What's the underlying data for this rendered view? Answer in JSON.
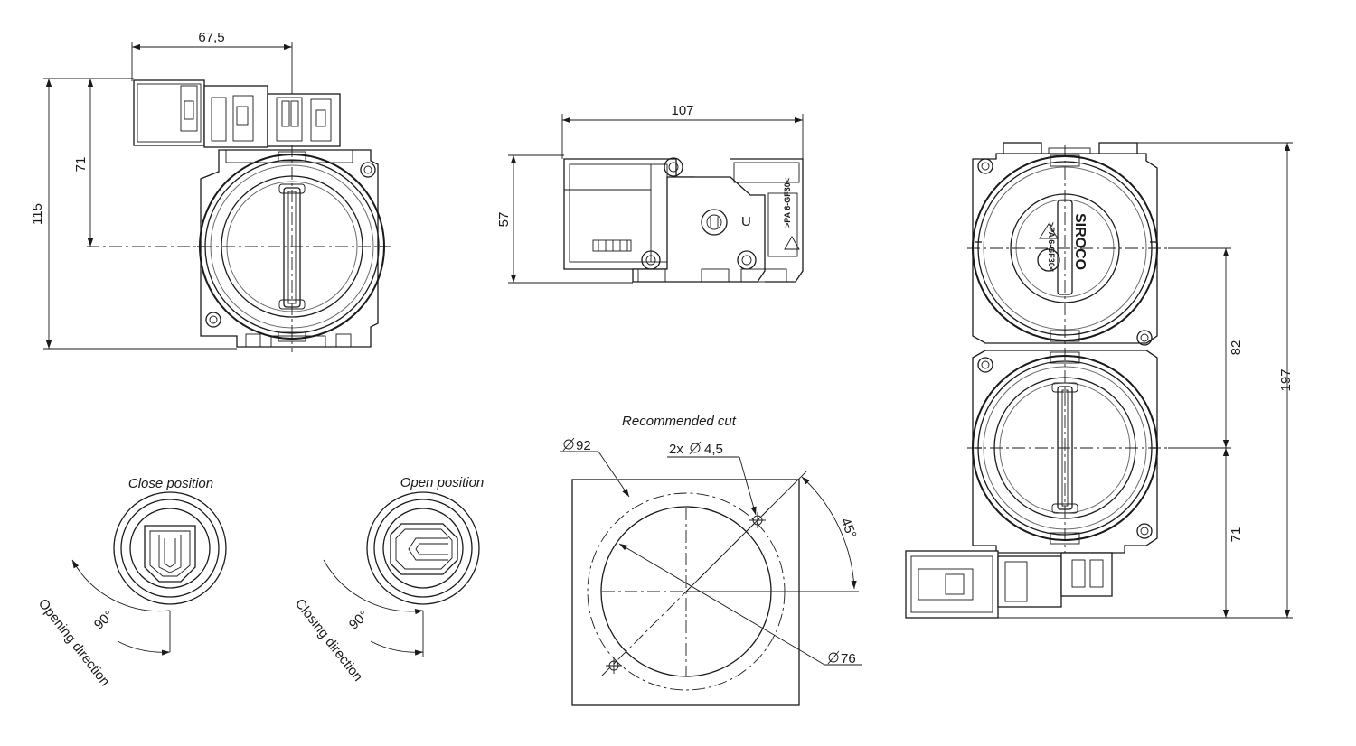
{
  "dimensions": {
    "front_width": "67,5",
    "front_height_total": "115",
    "front_height_axis": "71",
    "side_width": "107",
    "side_height": "57",
    "dual_height_total": "197",
    "dual_axis_spacing": "82",
    "dual_axis_bottom": "71"
  },
  "positions": {
    "close_title": "Close position",
    "open_title": "Open position",
    "angle": "90°",
    "opening_direction": "Opening direction",
    "closing_direction": "Closing direction"
  },
  "cut": {
    "title": "Recommended cut",
    "outer_diameter": "92",
    "holes": "2x",
    "hole_diameter": "4,5",
    "angle": "45°",
    "inner_diameter": "76"
  },
  "part_markings": {
    "brand": "SIROCO",
    "side_mark": "U",
    "material_code": ">PA 6-GF30<"
  }
}
